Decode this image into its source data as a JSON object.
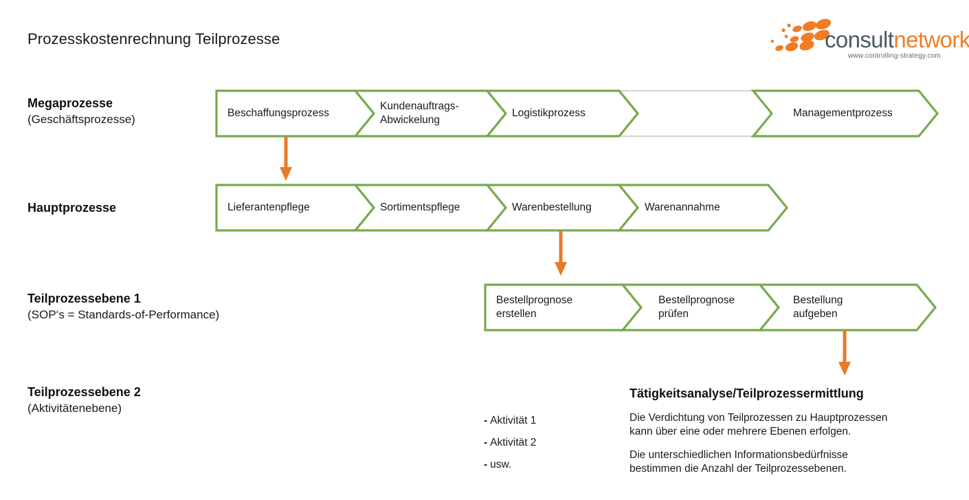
{
  "page": {
    "title": "Prozesskostenrechnung Teilprozesse",
    "background": "#ffffff"
  },
  "logo": {
    "name": "consultnetwork-logo",
    "word_primary": "consult",
    "word_secondary": "network",
    "url": "www.controlling-strategy.com",
    "color_primary": "#4a5a5e",
    "color_secondary": "#f07d24",
    "dots_color": "#f07d24"
  },
  "colors": {
    "chevron_stroke": "#78aa4c",
    "chevron_stroke_muted": "#c3c3c3",
    "chevron_fill": "#ffffff",
    "arrow": "#e87a2c",
    "text": "#1a1a1a",
    "heading": "#111111"
  },
  "rows": [
    {
      "id": "megaprozesse",
      "label_main": "Megaprozesse",
      "label_sub": "(Geschäftsprozesse)",
      "segments": [
        {
          "label": "Beschaffungsprozess",
          "muted": false
        },
        {
          "label": "Kundenauftrags-\nAbwickelung",
          "muted": false
        },
        {
          "label": "Logistikprozess",
          "muted": false
        },
        {
          "label": "",
          "muted": true
        },
        {
          "label": "Managementprozess",
          "muted": false
        }
      ]
    },
    {
      "id": "hauptprozesse",
      "label_main": "Hauptprozesse",
      "label_sub": "",
      "segments": [
        {
          "label": "Lieferantenpflege",
          "muted": false
        },
        {
          "label": "Sortimentspflege",
          "muted": false
        },
        {
          "label": "Warenbestellung",
          "muted": false
        },
        {
          "label": "Warenannahme",
          "muted": false
        }
      ]
    },
    {
      "id": "teilprozessebene-1",
      "label_main": "Teilprozessebene 1",
      "label_sub": "(SOP‘s = Standards-of-Performance)",
      "segments": [
        {
          "label": "Bestellprognose\nerstellen",
          "muted": false
        },
        {
          "label": "Bestellprognose\nprüfen",
          "muted": false
        },
        {
          "label": "Bestellung\naufgeben",
          "muted": false
        }
      ]
    },
    {
      "id": "teilprozessebene-2",
      "label_main": "Teilprozessebene 2",
      "label_sub": "(Aktivitätenebene)",
      "segments": []
    }
  ],
  "arrows": [
    {
      "name": "arrow-mega-to-haupt",
      "from": "Beschaffungsprozess",
      "to": "Lieferantenpflege"
    },
    {
      "name": "arrow-haupt-to-tp1",
      "from": "Warenbestellung",
      "to": "Bestellprognose erstellen"
    },
    {
      "name": "arrow-tp1-to-tp2",
      "from": "Bestellung aufgeben",
      "to": "Tätigkeitsanalyse"
    }
  ],
  "activity_list": {
    "dash": "-",
    "items": [
      "Aktivität 1",
      "Aktivität 2",
      "usw."
    ]
  },
  "analysis": {
    "title": "Tätigkeitsanalyse/Teilprozessermittlung",
    "paragraph_1": "Die Verdichtung von Teilprozessen zu Hauptprozessen\nkann über eine oder mehrere Ebenen erfolgen.",
    "paragraph_2": "Die unterschiedlichen Informationsbedürfnisse\nbestimmen die Anzahl der Teilprozessebenen."
  }
}
